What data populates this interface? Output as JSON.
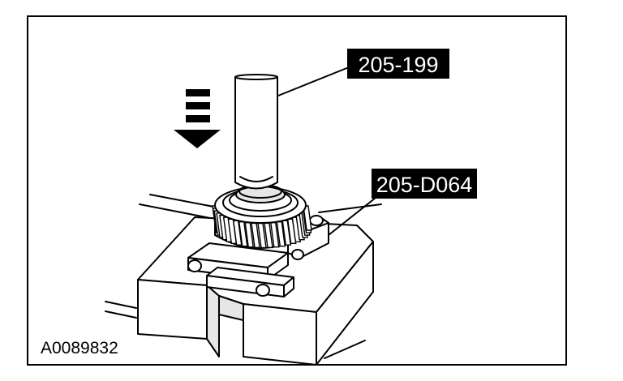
{
  "figure": {
    "id_label": "A0089832",
    "callouts": [
      {
        "key": "tool_1",
        "text": "205-199"
      },
      {
        "key": "tool_2",
        "text": "205-D064"
      }
    ],
    "press_direction": "down"
  }
}
